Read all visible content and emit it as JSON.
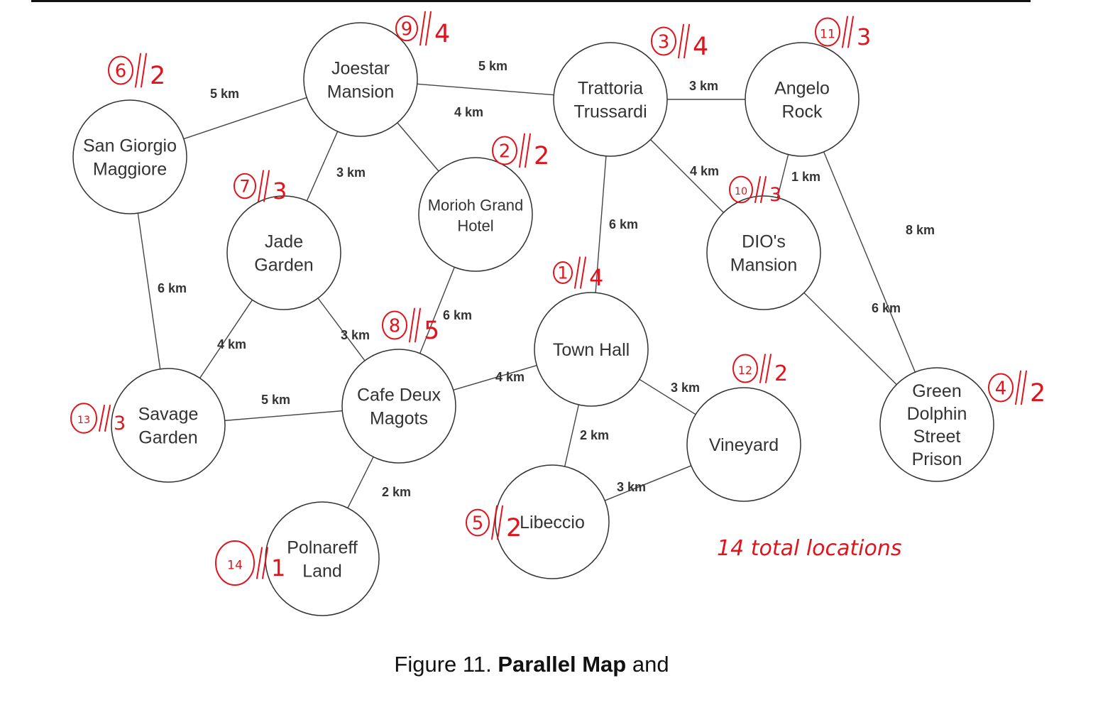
{
  "nodes": [
    {
      "id": "joestar",
      "lines": [
        "Joestar",
        "Mansion"
      ],
      "annotation": {
        "num": "9",
        "count": "4"
      }
    },
    {
      "id": "trattoria",
      "lines": [
        "Trattoria",
        "Trussardi"
      ],
      "annotation": {
        "num": "3",
        "count": "4"
      }
    },
    {
      "id": "angelo",
      "lines": [
        "Angelo",
        "Rock"
      ],
      "annotation": {
        "num": "11",
        "count": "3"
      }
    },
    {
      "id": "sangiorgio",
      "lines": [
        "San Giorgio",
        "Maggiore"
      ],
      "annotation": {
        "num": "6",
        "count": "2"
      }
    },
    {
      "id": "morioh",
      "lines": [
        "Morioh Grand",
        "Hotel"
      ],
      "annotation": {
        "num": "2",
        "count": "2"
      }
    },
    {
      "id": "jade",
      "lines": [
        "Jade",
        "Garden"
      ],
      "annotation": {
        "num": "7",
        "count": "3"
      }
    },
    {
      "id": "dio",
      "lines": [
        "DIO's",
        "Mansion"
      ],
      "annotation": {
        "num": "10",
        "count": "3"
      }
    },
    {
      "id": "townhall",
      "lines": [
        "Town Hall"
      ],
      "annotation": {
        "num": "1",
        "count": "4"
      }
    },
    {
      "id": "cafe",
      "lines": [
        "Cafe Deux",
        "Magots"
      ],
      "annotation": {
        "num": "8",
        "count": "5"
      }
    },
    {
      "id": "savage",
      "lines": [
        "Savage",
        "Garden"
      ],
      "annotation": {
        "num": "13",
        "count": "3"
      }
    },
    {
      "id": "vineyard",
      "lines": [
        "Vineyard"
      ],
      "annotation": {
        "num": "12",
        "count": "2"
      }
    },
    {
      "id": "green",
      "lines": [
        "Green",
        "Dolphin",
        "Street",
        "Prison"
      ],
      "annotation": {
        "num": "4",
        "count": "2"
      }
    },
    {
      "id": "libeccio",
      "lines": [
        "Libeccio"
      ],
      "annotation": {
        "num": "5",
        "count": "2"
      }
    },
    {
      "id": "polnareff",
      "lines": [
        "Polnareff",
        "Land"
      ],
      "annotation": {
        "num": "14",
        "count": "1"
      }
    }
  ],
  "edges": [
    {
      "from": "sangiorgio",
      "to": "joestar",
      "label": "5 km"
    },
    {
      "from": "joestar",
      "to": "trattoria",
      "label": "5 km"
    },
    {
      "from": "joestar",
      "to": "morioh",
      "label": "4 km"
    },
    {
      "from": "joestar",
      "to": "jade",
      "label": "3 km"
    },
    {
      "from": "trattoria",
      "to": "angelo",
      "label": "3 km"
    },
    {
      "from": "trattoria",
      "to": "dio",
      "label": "4 km"
    },
    {
      "from": "trattoria",
      "to": "townhall",
      "label": "6 km"
    },
    {
      "from": "angelo",
      "to": "dio",
      "label": "1 km"
    },
    {
      "from": "angelo",
      "to": "green",
      "label": "8 km"
    },
    {
      "from": "dio",
      "to": "green",
      "label": "6 km"
    },
    {
      "from": "sangiorgio",
      "to": "savage",
      "label": "6 km"
    },
    {
      "from": "jade",
      "to": "savage",
      "label": "4 km"
    },
    {
      "from": "jade",
      "to": "cafe",
      "label": "3 km"
    },
    {
      "from": "morioh",
      "to": "cafe",
      "label": "6 km"
    },
    {
      "from": "savage",
      "to": "cafe",
      "label": "5 km"
    },
    {
      "from": "cafe",
      "to": "townhall",
      "label": "4 km"
    },
    {
      "from": "cafe",
      "to": "polnareff",
      "label": "2 km"
    },
    {
      "from": "townhall",
      "to": "vineyard",
      "label": "3 km"
    },
    {
      "from": "townhall",
      "to": "libeccio",
      "label": "2 km"
    },
    {
      "from": "libeccio",
      "to": "vineyard",
      "label": "3 km"
    }
  ],
  "note": "14 total locations",
  "caption": {
    "prefix": "Figure 11. ",
    "bold": "Parallel Map",
    "suffix": " and"
  },
  "colors": {
    "annotation": "#e0141c",
    "line": "#444444"
  }
}
